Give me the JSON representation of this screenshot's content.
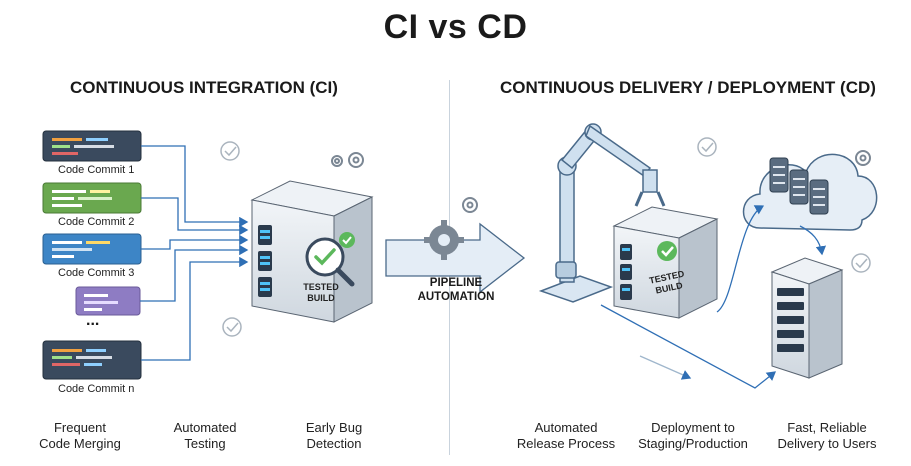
{
  "title": "CI vs CD",
  "ci": {
    "heading": "CONTINUOUS INTEGRATION (CI)",
    "commits": [
      {
        "label": "Code Commit 1",
        "color": "#3a4a5e"
      },
      {
        "label": "Code Commit 2",
        "color": "#6aa84f"
      },
      {
        "label": "Code Commit 3",
        "color": "#3d85c6"
      },
      {
        "label": "",
        "color": "#8e7cc3"
      },
      {
        "label": "Code Commit n",
        "color": "#3a4a5e"
      }
    ],
    "ellipsis": "...",
    "box_label_line1": "TESTED",
    "box_label_line2": "BUILD",
    "captions": [
      {
        "line1": "Frequent",
        "line2": "Code Merging"
      },
      {
        "line1": "Automated",
        "line2": "Testing"
      },
      {
        "line1": "Early Bug",
        "line2": "Detection"
      }
    ]
  },
  "pipeline": {
    "line1": "PIPELINE",
    "line2": "AUTOMATION"
  },
  "cd": {
    "heading": "CONTINUOUS DELIVERY / DEPLOYMENT (CD)",
    "box_label_line1": "TESTED",
    "box_label_line2": "BUILD",
    "captions": [
      {
        "line1": "Automated",
        "line2": "Release Process"
      },
      {
        "line1": "Deployment to",
        "line2": "Staging/Production"
      },
      {
        "line1": "Fast, Reliable",
        "line2": "Delivery to Users"
      }
    ]
  },
  "colors": {
    "accent_blue": "#2f6fb5",
    "check_green": "#5cb85c",
    "server_gray": "#dfe5ea",
    "cloud_blue": "#e6eef6"
  },
  "icons": [
    "code-commit-icon",
    "gear-icon",
    "check-icon",
    "magnifier-icon",
    "robot-arm-icon",
    "cloud-icon",
    "database-icon",
    "server-rack-icon",
    "arrow-icon"
  ]
}
